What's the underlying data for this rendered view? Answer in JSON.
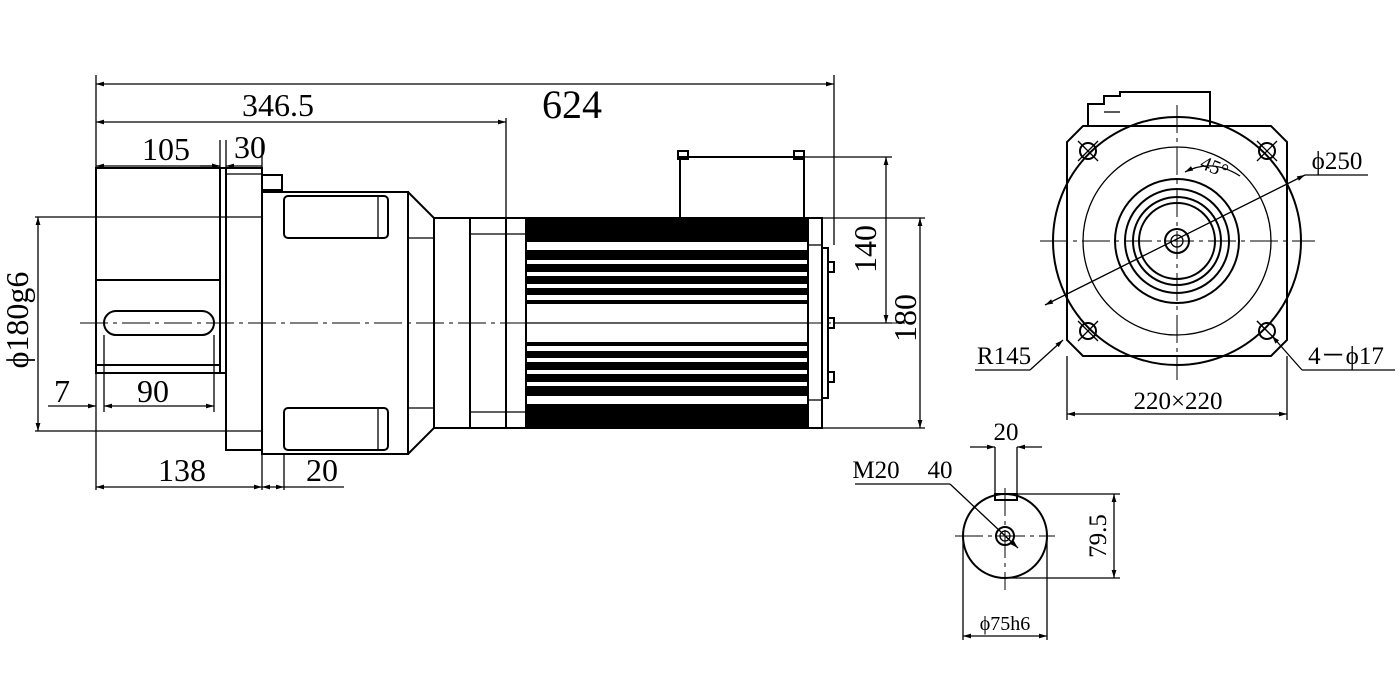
{
  "side_view": {
    "dims": {
      "overall_length": "624",
      "gearbox_length": "346.5",
      "shaft_length": "105",
      "flange_thickness": "30",
      "pilot_diameter": "ϕ180g6",
      "key_offset": "7",
      "key_length": "90",
      "flange_to_shaft": "138",
      "flange_step": "20",
      "terminal_box_height": "140",
      "motor_height": "180"
    }
  },
  "flange_view": {
    "dims": {
      "bolt_circle": "ϕ250",
      "bolt_angle": "45°",
      "flange_radius": "R145",
      "bolt_holes": "4－ϕ17",
      "flange_square": "220×220"
    }
  },
  "shaft_end_view": {
    "dims": {
      "thread": "M20",
      "thread_depth": "40",
      "key_width": "20",
      "key_height": "79.5",
      "shaft_diameter": "ϕ75h6"
    }
  }
}
